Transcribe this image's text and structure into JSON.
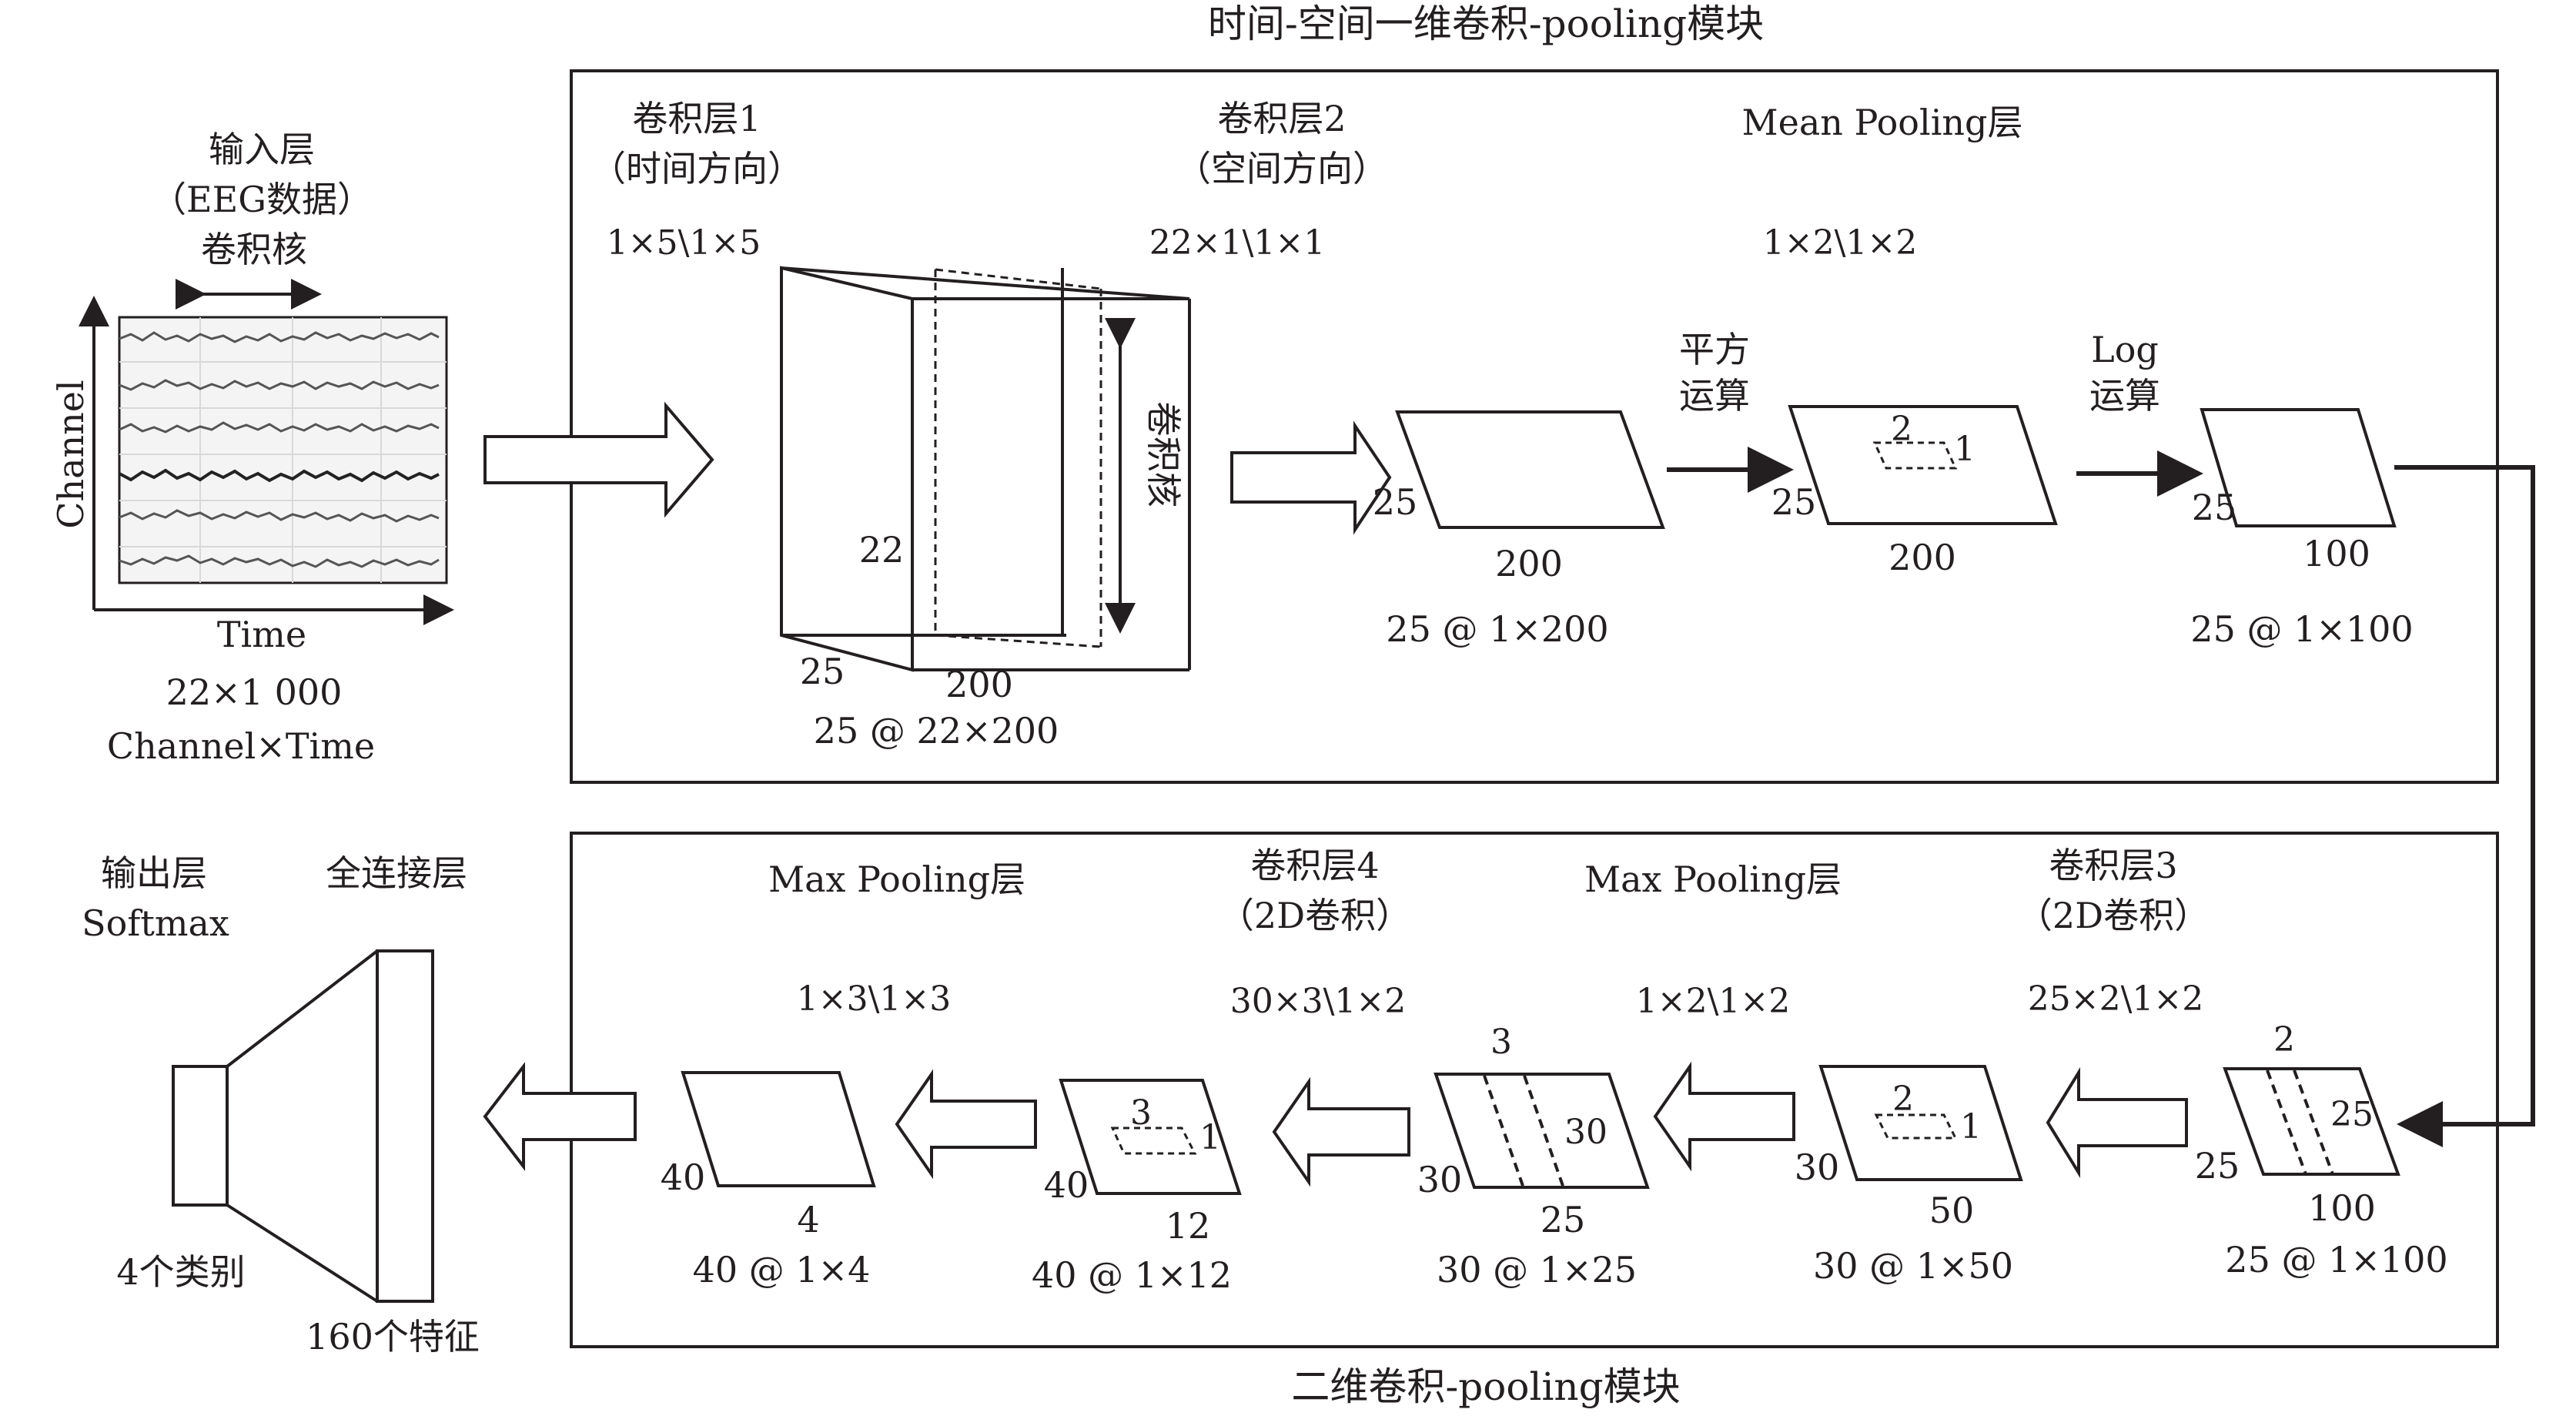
{
  "modules": {
    "top_title": "时间-空间一维卷积-pooling模块",
    "bottom_title": "二维卷积-pooling模块"
  },
  "input": {
    "title_line1": "输入层",
    "title_line2": "（EEG数据）",
    "kernel_label": "卷积核",
    "y_axis_label": "Channel",
    "x_axis_label": "Time",
    "dims": "22×1 000",
    "dims_desc": "Channel×Time"
  },
  "conv1": {
    "title_line1": "卷积层1",
    "title_line2": "（时间方向）",
    "kernel": "1×5\\1×5",
    "height_label": "22",
    "depth_label": "25",
    "width_label": "200",
    "output": "25 @ 22×200"
  },
  "conv2": {
    "title_line1": "卷积层2",
    "title_line2": "（空间方向）",
    "kernel": "22×1\\1×1",
    "kernel_label": "卷积核",
    "depth_label": "25",
    "width_label": "200",
    "output": "25 @ 1×200"
  },
  "square_op": {
    "label_line1": "平方",
    "label_line2": "运算",
    "depth_label": "25",
    "width_label": "200",
    "win_h": "2",
    "win_w": "1"
  },
  "mean_pool": {
    "title": "Mean Pooling层",
    "kernel": "1×2\\1×2"
  },
  "log_op": {
    "label_line1": "Log",
    "label_line2": "运算",
    "depth_label": "25",
    "width_label": "100",
    "output": "25 @ 1×100"
  },
  "conv3": {
    "title_line1": "卷积层3",
    "title_line2": "（2D卷积）",
    "kernel": "25×2\\1×2",
    "top_label": "2",
    "inner_label": "25",
    "depth_label": "25",
    "width_label": "100",
    "output": "25 @ 1×100"
  },
  "max_pool1": {
    "title": "Max Pooling层",
    "kernel": "1×2\\1×2",
    "win_h": "2",
    "win_w": "1",
    "depth_label": "30",
    "width_label": "50",
    "output": "30 @ 1×50"
  },
  "conv4": {
    "title_line1": "卷积层4",
    "title_line2": "（2D卷积）",
    "kernel": "30×3\\1×2",
    "top_label": "3",
    "inner_label": "30",
    "depth_label": "30",
    "width_label": "25",
    "output": "30 @ 1×25"
  },
  "max_pool2": {
    "title": "Max Pooling层",
    "kernel": "1×3\\1×3",
    "win_h": "3",
    "win_w": "1",
    "depth_label": "40",
    "width_label": "12",
    "output": "40 @ 1×12"
  },
  "final_map": {
    "depth_label": "40",
    "width_label": "4",
    "output": "40 @ 1×4"
  },
  "output_layer": {
    "title_line1": "输出层",
    "title_line2": "Softmax",
    "classes": "4个类别"
  },
  "fc_layer": {
    "title": "全连接层",
    "features": "160个特征"
  }
}
